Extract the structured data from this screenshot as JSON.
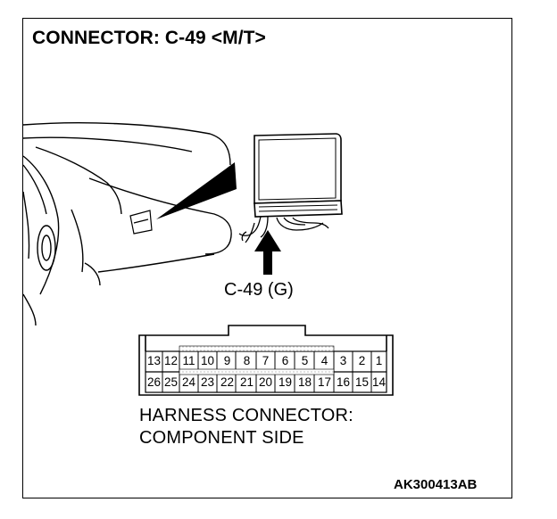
{
  "title": "CONNECTOR: C-49 <M/T>",
  "callout": "C-49 (G)",
  "harness_line1": "HARNESS CONNECTOR:",
  "harness_line2": "COMPONENT SIDE",
  "code": "AK300413AB",
  "pins_top": [
    "13",
    "12",
    "11",
    "10",
    "9",
    "8",
    "7",
    "6",
    "5",
    "4",
    "3",
    "2",
    "1"
  ],
  "pins_bottom": [
    "26",
    "25",
    "24",
    "23",
    "22",
    "21",
    "20",
    "19",
    "18",
    "17",
    "16",
    "15",
    "14"
  ]
}
